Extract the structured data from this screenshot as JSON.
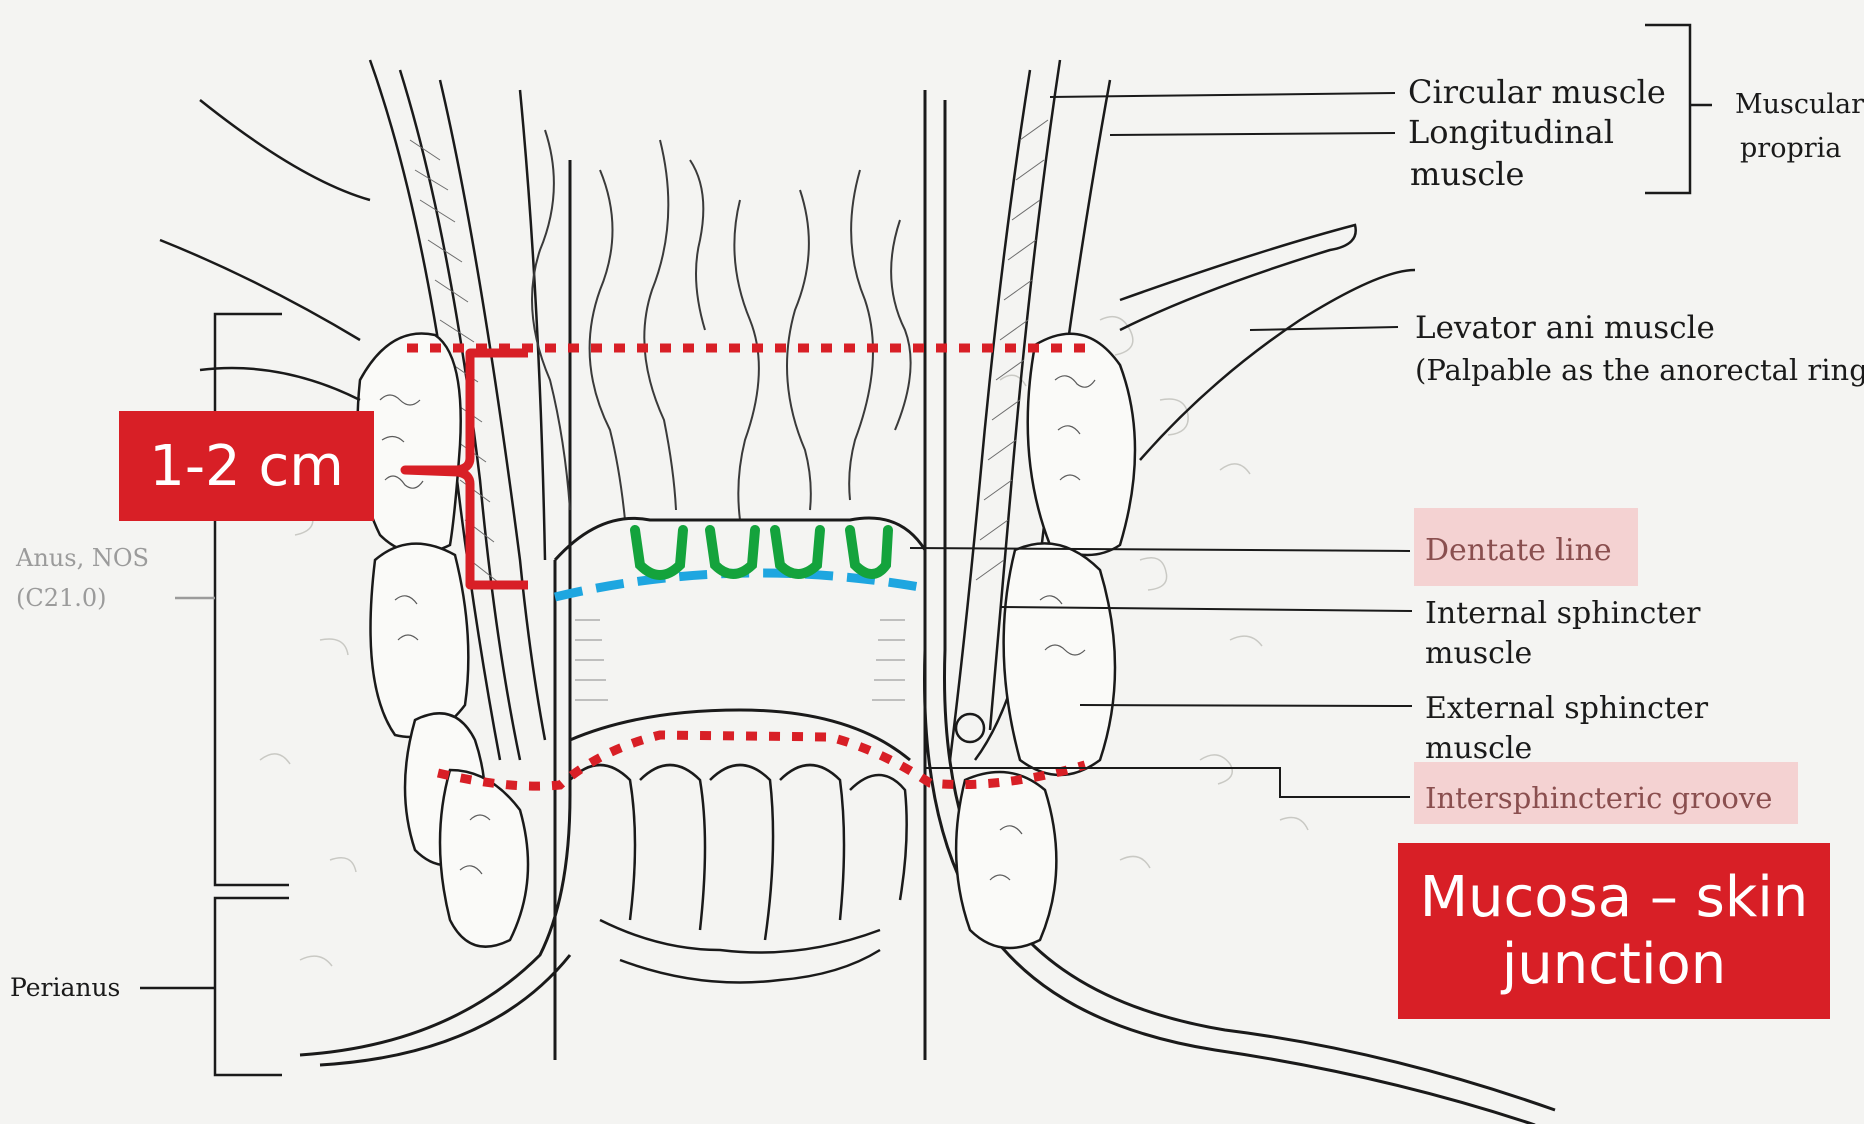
{
  "labels": {
    "circular_muscle": "Circular muscle",
    "longitudinal_muscle_1": "Longitudinal",
    "longitudinal_muscle_2": "muscle",
    "muscularis_propria_1": "Muscularis",
    "muscularis_propria_2": "propria",
    "levator_ani_1": "Levator ani muscle",
    "levator_ani_2": "(Palpable as the anorectal ring)",
    "dentate_line": "Dentate line",
    "internal_sphincter_1": "Internal sphincter",
    "internal_sphincter_2": "muscle",
    "external_sphincter_1": "External sphincter",
    "external_sphincter_2": "muscle",
    "intersphincteric_groove": "Intersphincteric groove",
    "anus_nos_1": "Anus, NOS",
    "anus_nos_2": "(C21.0)",
    "perianus": "Perianus"
  },
  "callouts": {
    "measurement": "1-2 cm",
    "junction": "Mucosa – skin\njunction"
  },
  "colors": {
    "callout_bg": "#d81f26",
    "dotted_line": "#d81f26",
    "dentate_dash": "#1ea6e0",
    "crypts": "#14a33c",
    "highlight_box": "#f4d2d2"
  }
}
